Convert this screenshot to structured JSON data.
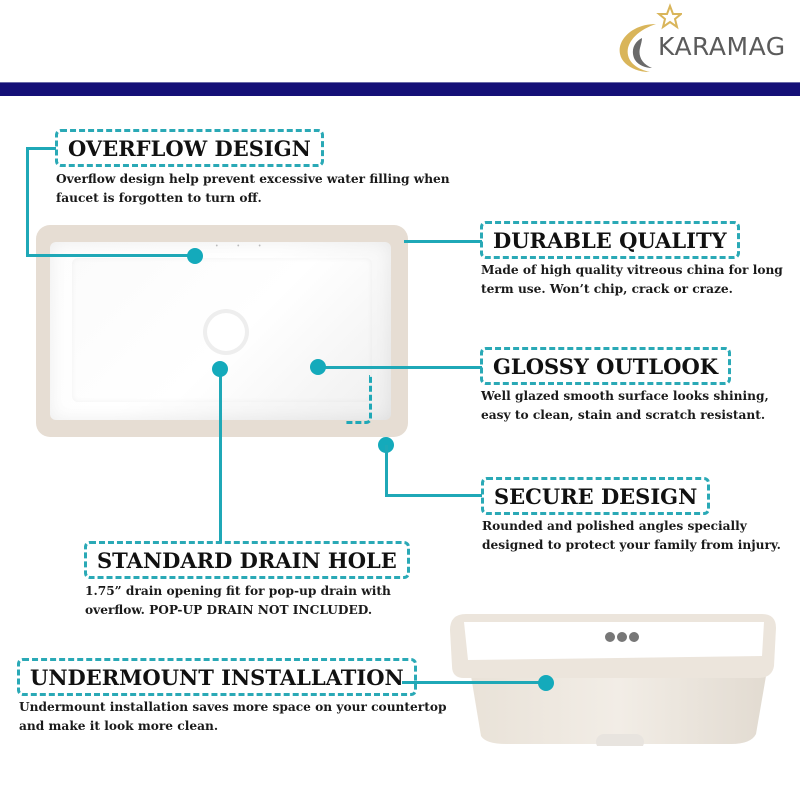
{
  "brand": {
    "name": "KARAMAG",
    "accent_gold": "#d9b55a",
    "accent_gray": "#5b5b5b"
  },
  "colors": {
    "header_bar": "#151077",
    "teal": "#1fa8b7",
    "sink_rim": "#e6ddd3"
  },
  "features": [
    {
      "title": "OVERFLOW DESIGN",
      "description_lines": [
        "Overflow design help prevent excessive water filling when",
        "faucet is forgotten to turn off."
      ]
    },
    {
      "title": "DURABLE QUALITY",
      "description_lines": [
        "Made of high quality vitreous china for long",
        "term use. Won’t chip, crack or craze."
      ]
    },
    {
      "title": "GLOSSY OUTLOOK",
      "description_lines": [
        "Well glazed smooth surface looks shining,",
        "easy to clean, stain and scratch resistant."
      ]
    },
    {
      "title": "SECURE DESIGN",
      "description_lines": [
        "Rounded and polished angles specially",
        "designed to protect your family from injury."
      ]
    },
    {
      "title": "STANDARD DRAIN HOLE",
      "description_lines": [
        "1.75” drain opening fit for pop-up drain with",
        "overflow. POP-UP DRAIN NOT INCLUDED."
      ]
    },
    {
      "title": "UNDERMOUNT INSTALLATION",
      "description_lines": [
        "Undermount installation saves more space on your countertop",
        "and make it look more clean."
      ]
    }
  ],
  "icons": {
    "overflow_holes": "• • •"
  }
}
